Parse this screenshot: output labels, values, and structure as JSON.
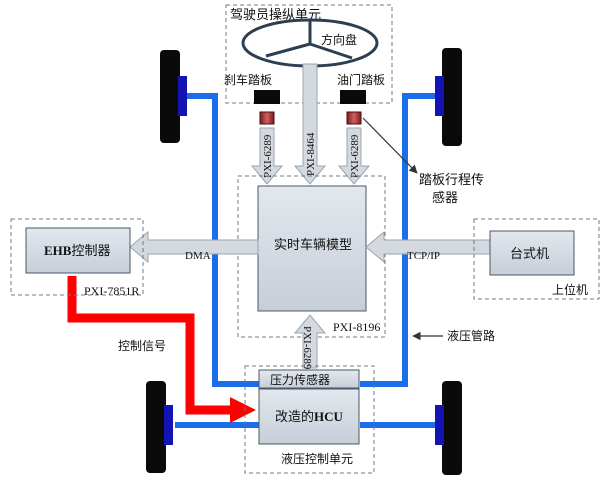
{
  "driver_unit": {
    "title": "驾驶员操纵单元",
    "steering_wheel": "方向盘",
    "brake_pedal": "刹车踏板",
    "throttle_pedal": "油门踏板"
  },
  "interfaces": {
    "pxi_6289_left": "PXI-6289",
    "pxi_8464": "PXI-8464",
    "pxi_6289_right": "PXI-6289",
    "pxi_6289_bottom": "PXI-6289",
    "pxi_8196": "PXI-8196",
    "pxi_7851r": "PXI-7851R",
    "dma": "DMA",
    "tcp_ip": "TCP/IP"
  },
  "sensor_callout": {
    "line1": "踏板行程传",
    "line2": "感器"
  },
  "vehicle_model": {
    "label": "实时车辆模型"
  },
  "ehb": {
    "prefix": "EHB",
    "suffix": "控制器"
  },
  "host": {
    "box_label": "台式机",
    "group_label": "上位机"
  },
  "control_signal": "控制信号",
  "hydraulic_line": "液压管路",
  "hydraulic_unit": {
    "pressure_sensor": "压力传感器",
    "hcu_prefix": "改造的",
    "hcu_suffix": "HCU",
    "group_label": "液压控制单元"
  },
  "colors": {
    "hydraulic_blue": "#1a6ee8",
    "control_red": "#ff0000",
    "box_fill": "#d9dfe6",
    "arrow_fill": "#d4d9df",
    "dashed_border": "#6b7c8c",
    "wheel_black": "#0a0a0a",
    "hub_blue": "#1414b4"
  }
}
